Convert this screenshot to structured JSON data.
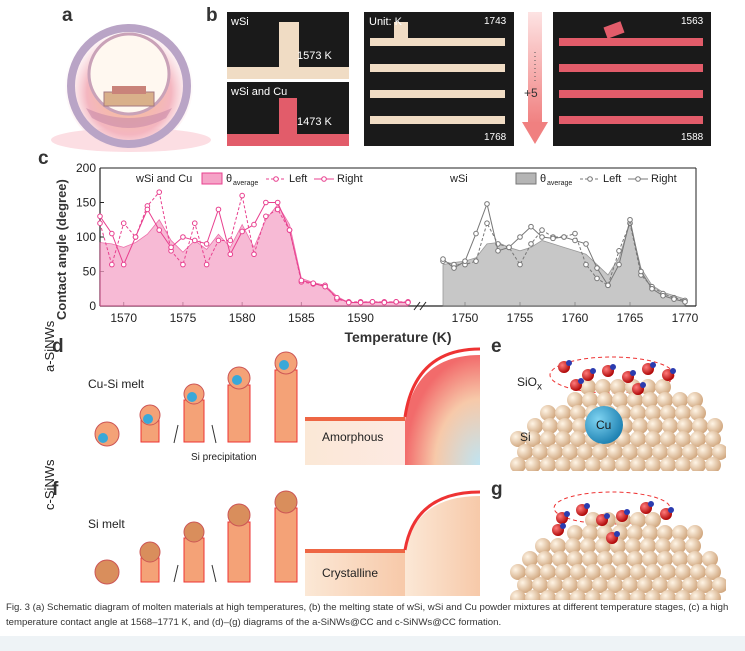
{
  "labels": {
    "a": "a",
    "b": "b",
    "c": "c",
    "d": "d",
    "e": "e",
    "f": "f",
    "g": "g"
  },
  "panel_b": {
    "wsi_label": "wSi",
    "wsi_temp": "1573 K",
    "wsicu_label": "wSi and Cu",
    "wsicu_temp": "1473 K",
    "unit": "Unit: K",
    "t_top": "1743",
    "t_bottom": "1768",
    "arrow_label": "+5",
    "t_top_right": "1563",
    "t_bottom_right": "1588"
  },
  "chart_data": [
    {
      "type": "area",
      "title": "wSi and Cu",
      "ylabel": "Contact angle (degree)",
      "xlabel": "Temperature (K)",
      "ylim": [
        0,
        200
      ],
      "xlim": [
        1568,
        1594
      ],
      "legend": [
        "θaverage",
        "Left",
        "Right"
      ],
      "x": [
        1568,
        1569,
        1570,
        1571,
        1572,
        1573,
        1574,
        1575,
        1576,
        1577,
        1578,
        1579,
        1580,
        1581,
        1582,
        1583,
        1584,
        1585,
        1586,
        1587,
        1588,
        1589,
        1590,
        1591,
        1592,
        1593,
        1594
      ],
      "series": [
        {
          "name": "θaverage",
          "values": [
            92,
            90,
            85,
            92,
            104,
            125,
            95,
            78,
            95,
            82,
            104,
            85,
            118,
            85,
            125,
            147,
            118,
            40,
            34,
            30,
            14,
            5,
            5,
            5,
            5,
            5,
            5
          ]
        },
        {
          "name": "Left",
          "values": [
            120,
            60,
            120,
            100,
            145,
            165,
            80,
            60,
            120,
            60,
            95,
            95,
            160,
            75,
            130,
            140,
            110,
            35,
            32,
            30,
            10,
            6,
            6,
            6,
            6,
            6,
            6
          ]
        },
        {
          "name": "Right",
          "values": [
            130,
            105,
            60,
            100,
            140,
            110,
            85,
            100,
            95,
            90,
            140,
            75,
            108,
            118,
            150,
            150,
            110,
            37,
            33,
            28,
            12,
            5,
            5,
            6,
            5,
            6,
            5
          ]
        }
      ]
    },
    {
      "type": "area",
      "title": "wSi",
      "ylim": [
        0,
        200
      ],
      "xlim": [
        1747,
        1771
      ],
      "legend": [
        "θaverage",
        "Left",
        "Right"
      ],
      "x": [
        1748,
        1749,
        1750,
        1751,
        1752,
        1753,
        1754,
        1755,
        1756,
        1757,
        1758,
        1759,
        1760,
        1761,
        1762,
        1763,
        1764,
        1765,
        1766,
        1767,
        1768,
        1769,
        1770
      ],
      "series": [
        {
          "name": "θaverage",
          "values": [
            60,
            63,
            65,
            70,
            90,
            92,
            85,
            80,
            85,
            95,
            90,
            85,
            80,
            75,
            60,
            45,
            70,
            120,
            55,
            30,
            20,
            15,
            10
          ]
        },
        {
          "name": "Left",
          "values": [
            65,
            60,
            60,
            65,
            120,
            90,
            85,
            60,
            90,
            110,
            100,
            100,
            105,
            60,
            40,
            30,
            80,
            120,
            45,
            28,
            18,
            12,
            8
          ]
        },
        {
          "name": "Right",
          "values": [
            68,
            55,
            65,
            105,
            148,
            80,
            85,
            100,
            115,
            100,
            98,
            100,
            95,
            90,
            55,
            30,
            60,
            125,
            50,
            25,
            15,
            10,
            6
          ]
        }
      ]
    }
  ],
  "axis": {
    "yticks": [
      "0",
      "50",
      "100",
      "150",
      "200"
    ],
    "xticks_left": [
      "1570",
      "1575",
      "1580",
      "1585",
      "1590"
    ],
    "xticks_right": [
      "1750",
      "1755",
      "1760",
      "1765",
      "1770"
    ],
    "ylabel": "Contact angle (degree)",
    "xlabel": "Temperature (K)",
    "leg_left_title": "wSi and Cu",
    "leg_right_title": "wSi",
    "leg_avg": "θ",
    "leg_avg_sub": "average",
    "leg_left": "Left",
    "leg_right": "Right"
  },
  "panel_d": {
    "side": "a-SiNWs",
    "melt": "Cu-Si melt",
    "precip": "Si precipitation",
    "box": "Amorphous"
  },
  "panel_e": {
    "siox": "SiO",
    "siox_sub": "x",
    "si": "Si",
    "cu": "Cu"
  },
  "panel_f": {
    "side": "c-SiNWs",
    "melt": "Si melt",
    "box": "Crystalline"
  },
  "caption": "Fig. 3   (a) Schematic diagram of molten materials at high temperatures, (b) the melting state of wSi, wSi and Cu powder mixtures at different temperature stages, (c) a high temperature contact angle at 1568–1771 K, and (d)–(g) diagrams of the a-SiNWs@CC and c-SiNWs@CC formation.",
  "colors": {
    "pink": "#e8408f",
    "pink_fill": "#f5a3c7",
    "gray": "#888888",
    "nw": "#f4a277",
    "cu": "#3aa8d8"
  }
}
